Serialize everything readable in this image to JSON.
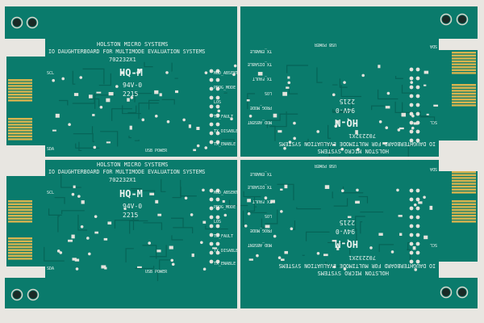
{
  "colors": {
    "background": "#e8e6e1",
    "board": "#0a7b6c",
    "board_dark": "#066457",
    "silkscreen": "#e9f2ee",
    "gold": "#d9b44f",
    "pad": "#e4e3dc"
  },
  "board": {
    "company": "HOLSTON MICRO SYSTEMS",
    "title": "IO DAUGHTERBOARD FOR MULTIMODE EVALUATION SYSTEMS",
    "part_number": "702232X1",
    "logo_text": "HQ-M",
    "rating": "94V-0",
    "date_code": "2215",
    "signals": [
      "MOD_ABSENT",
      "PROG_MODE",
      "LOS",
      "TX_FAULT",
      "TX_DISABLE",
      "TX_ENABLE"
    ],
    "usb_power": "USB POWER",
    "scl": "SCL",
    "sda": "SDA"
  }
}
